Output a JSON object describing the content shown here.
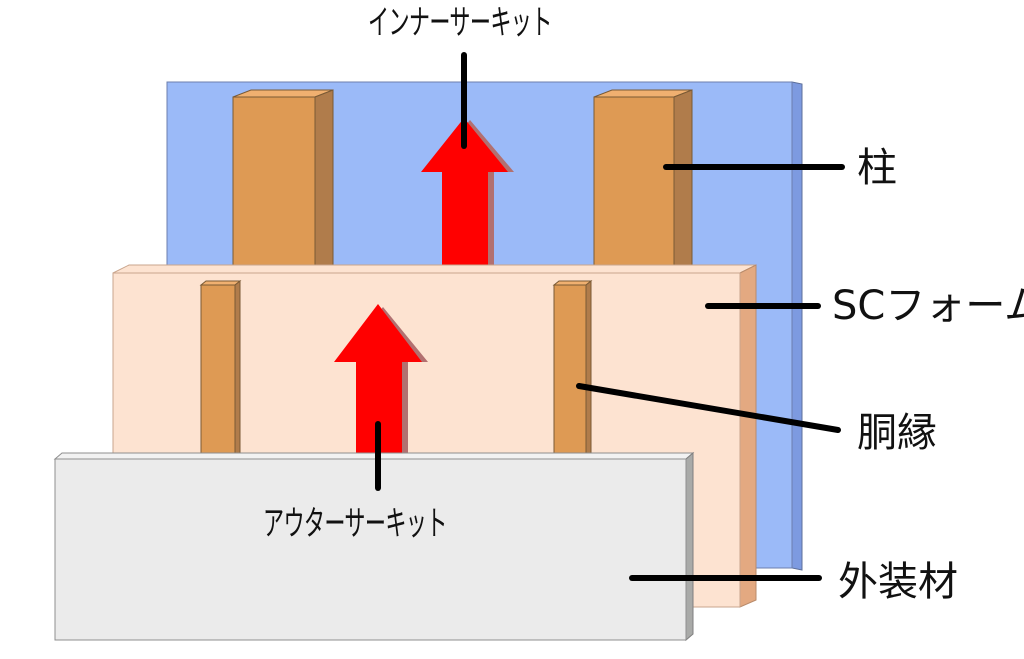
{
  "labels": {
    "inner_circuit": "インナーサーキット",
    "outer_circuit": "アウターサーキット",
    "column": "柱",
    "sc_foam": "SCフォーム",
    "furring_strip": "胴縁",
    "exterior_material": "外装材"
  },
  "colors": {
    "back_panel": "#9bbaf8",
    "back_panel_side": "#7d9ae0",
    "foam_panel": "#fde3d1",
    "foam_panel_side": "#e3a981",
    "stud_front": "#de9a54",
    "stud_side": "#b07c4b",
    "exterior_panel": "#ebebeb",
    "exterior_panel_side": "#a9aaa8",
    "arrow_fill": "#ff0000",
    "arrow_shadow": "#b27070",
    "leader_line": "#000000"
  }
}
